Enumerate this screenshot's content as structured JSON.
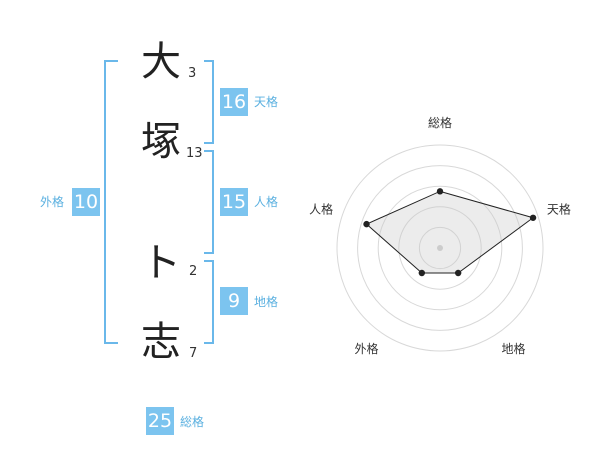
{
  "name": {
    "chars": [
      {
        "char": "大",
        "strokes": "3"
      },
      {
        "char": "塚",
        "strokes": "13"
      },
      {
        "char": "ト",
        "strokes": "2"
      },
      {
        "char": "志",
        "strokes": "7"
      }
    ]
  },
  "fortune": {
    "tenkaku": {
      "value": "16",
      "label": "天格"
    },
    "jinkaku": {
      "value": "15",
      "label": "人格"
    },
    "chikaku": {
      "value": "9",
      "label": "地格"
    },
    "gaikaku": {
      "value": "10",
      "label": "外格"
    },
    "soukaku": {
      "value": "25",
      "label": "総格"
    }
  },
  "colors": {
    "accent": "#7cc4ef",
    "bracket": "#6ab8ea",
    "line": "#222222"
  },
  "chart_data": {
    "type": "radar",
    "axes": [
      "総格",
      "天格",
      "地格",
      "外格",
      "人格"
    ],
    "values": [
      0.55,
      0.95,
      0.3,
      0.3,
      0.75
    ],
    "rings": 5,
    "grid": true
  }
}
